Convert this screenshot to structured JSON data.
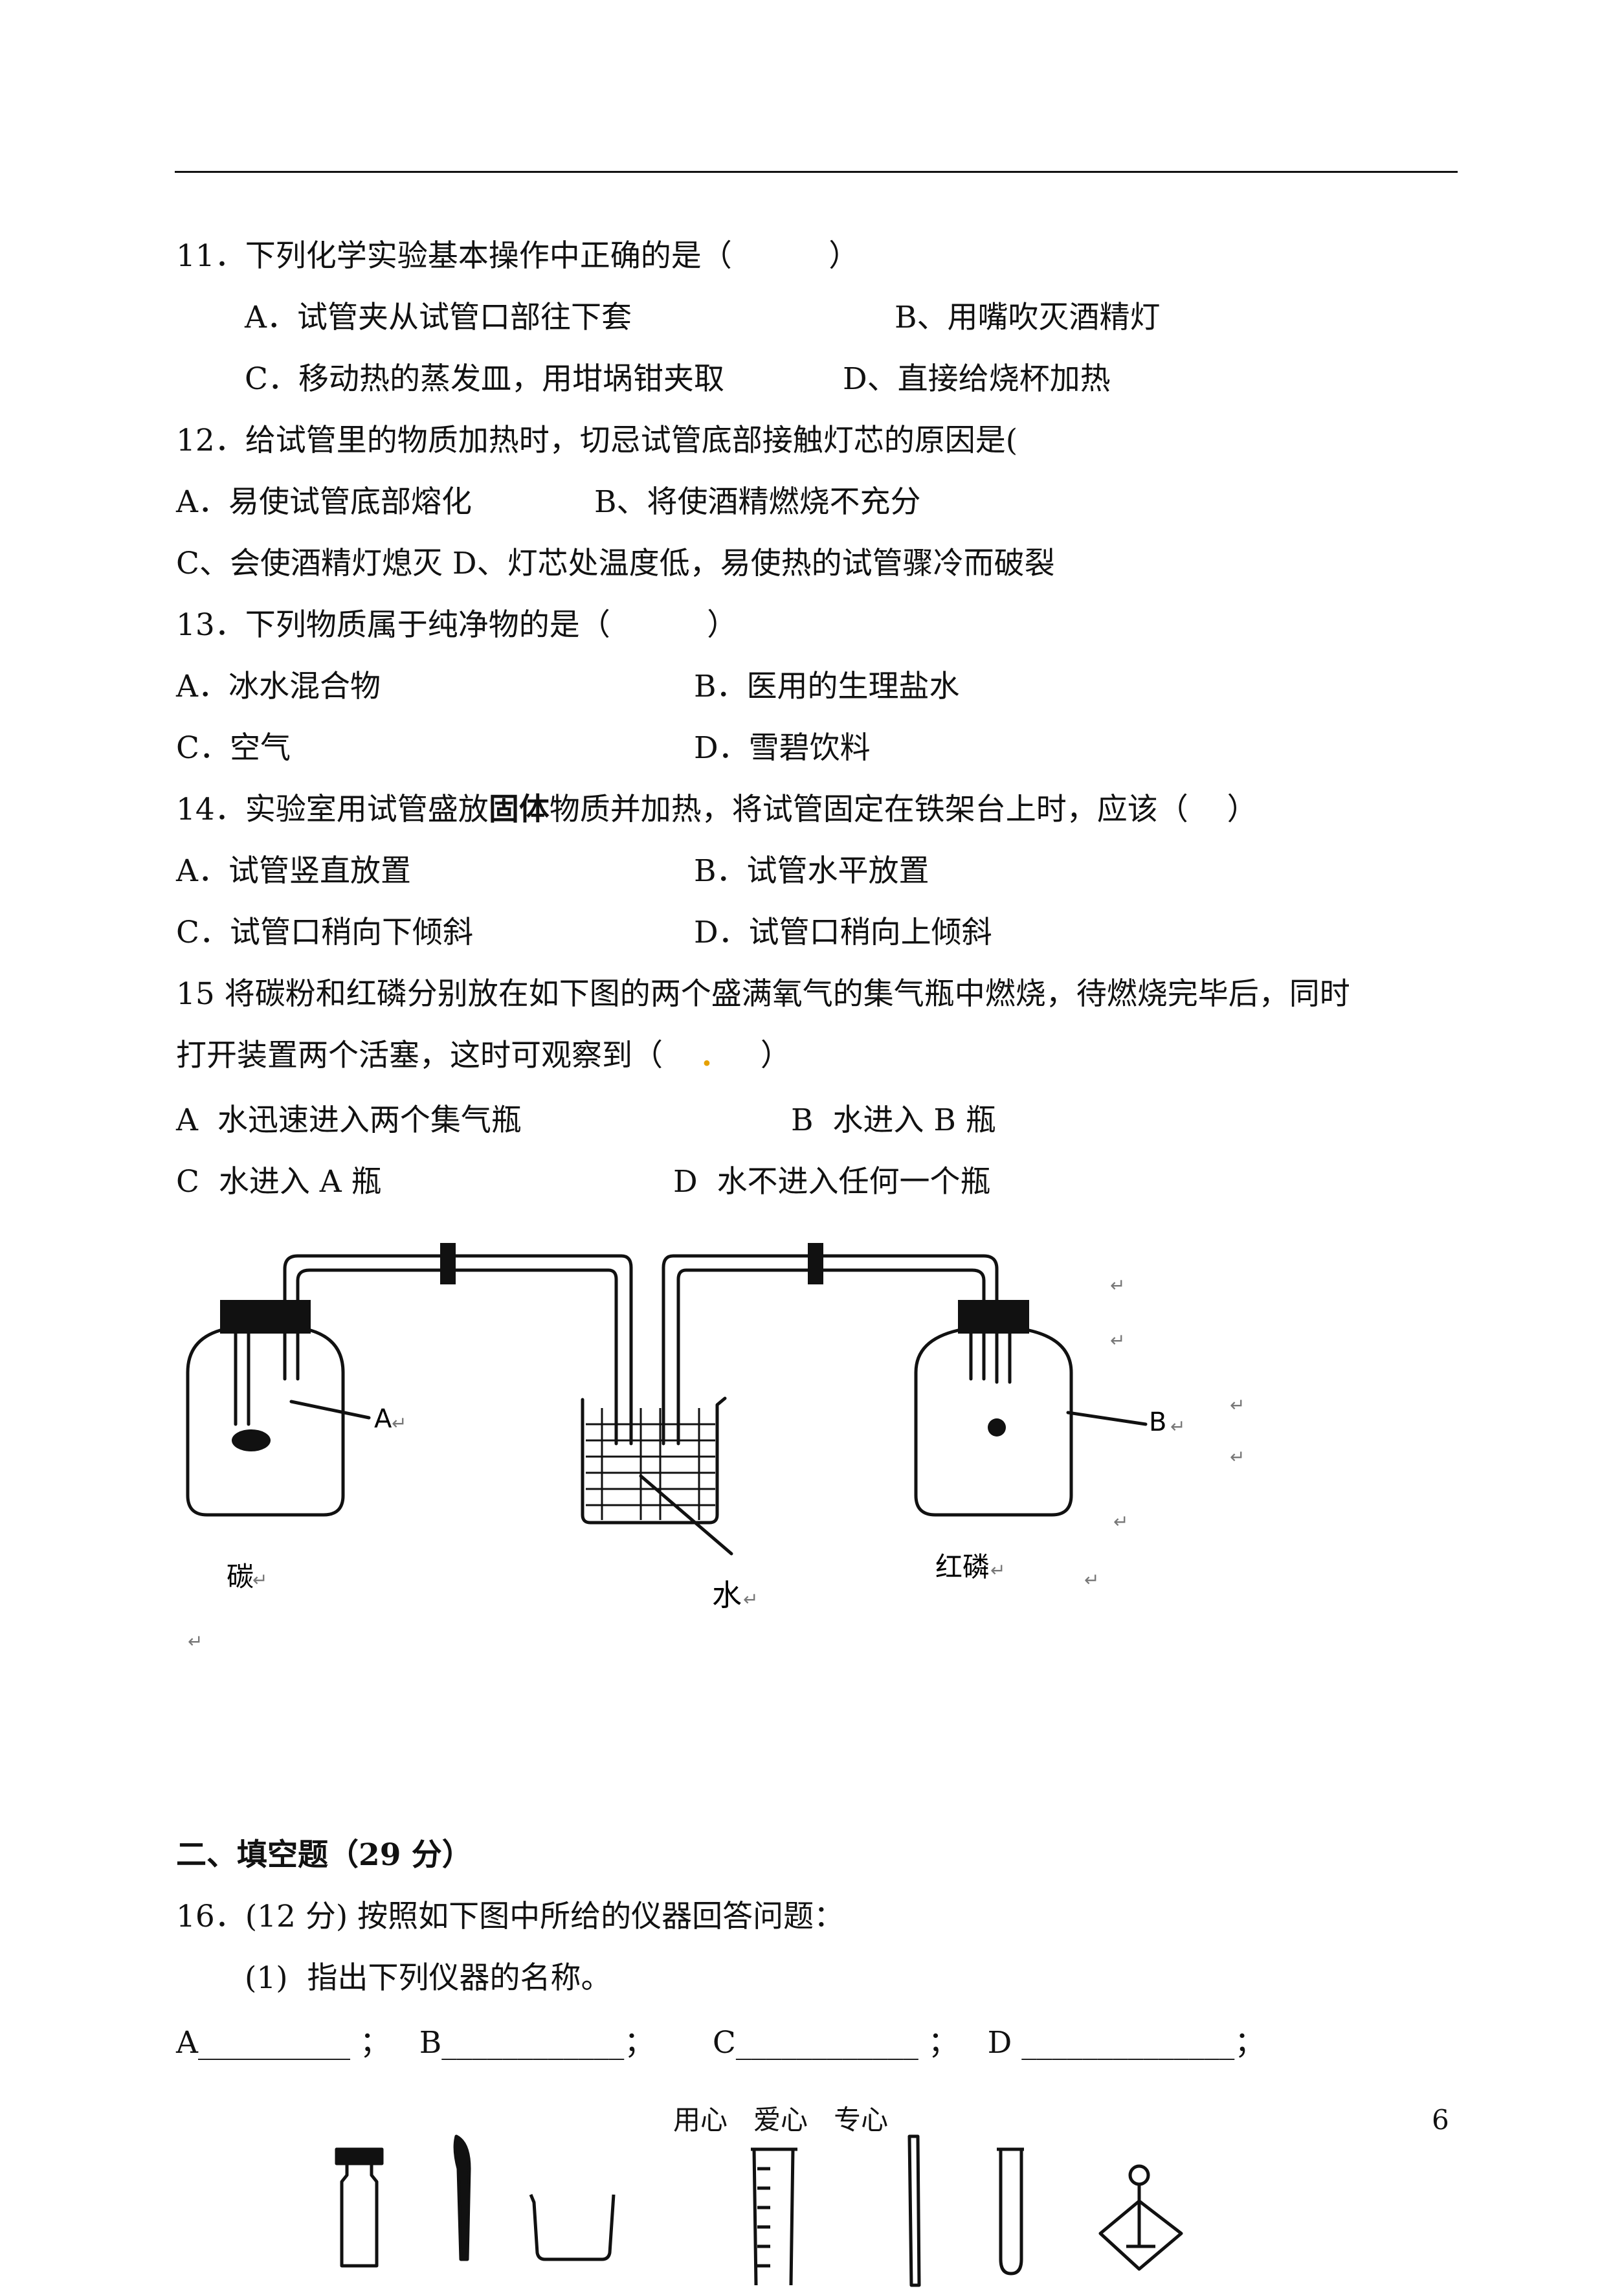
{
  "q11": {
    "stem": "11．下列化学实验基本操作中正确的是（          ）",
    "a": "A．试管夹从试管口部往下套",
    "b": "B、用嘴吹灭酒精灯",
    "c": "C．移动热的蒸发皿，用坩埚钳夹取",
    "d": "D、直接给烧杯加热"
  },
  "q12": {
    "stem": "12．给试管里的物质加热时，切忌试管底部接触灯芯的原因是(",
    "a": "A．易使试管底部熔化",
    "b": "B、将使酒精燃烧不充分",
    "cd": "C、会使酒精灯熄灭 D、灯芯处温度低，易使热的试管骤冷而破裂"
  },
  "q13": {
    "stem": "13．下列物质属于纯净物的是（          ）",
    "a": "A．冰水混合物",
    "b": "B．医用的生理盐水",
    "c": "C．空气",
    "d": "D．雪碧饮料"
  },
  "q14": {
    "stem_pre": "14．实验室用试管盛放",
    "stem_bold": "固体",
    "stem_post": "物质并加热，将试管固定在铁架台上时，应该（    ）",
    "a": "A．试管竖直放置",
    "b": "B．试管水平放置",
    "c": "C．试管口稍向下倾斜",
    "d": "D．试管口稍向上倾斜"
  },
  "q15": {
    "stem1": "15 将碳粉和红磷分别放在如下图的两个盛满氧气的集气瓶中燃烧，待燃烧完毕后，同时",
    "stem2_pre": "打开装置两个活塞，这时可观察到（    ",
    "stem2_dot": ".",
    "stem2_post": "     ）",
    "a": "A  水迅速进入两个集气瓶",
    "b": "B  水进入 B 瓶",
    "c": "C  水进入 A 瓶",
    "d": "D  水不进入任何一个瓶"
  },
  "figure": {
    "label_a": "A",
    "label_b": "B",
    "carbon": "碳",
    "water": "水",
    "red_phosphorus": "红磷",
    "return_mark": "↵"
  },
  "section2": {
    "title": "二、填空题（29 分）",
    "q16_stem": "16．(12 分) 按照如下图中所给的仪器回答问题：",
    "q16_sub1": "(1)  指出下列仪器的名称。",
    "blanks": "A__________ ；   B____________；      C____________ ；   D ______________；"
  },
  "footer": {
    "motto": "用心   爱心   专心",
    "page_number": "6"
  }
}
